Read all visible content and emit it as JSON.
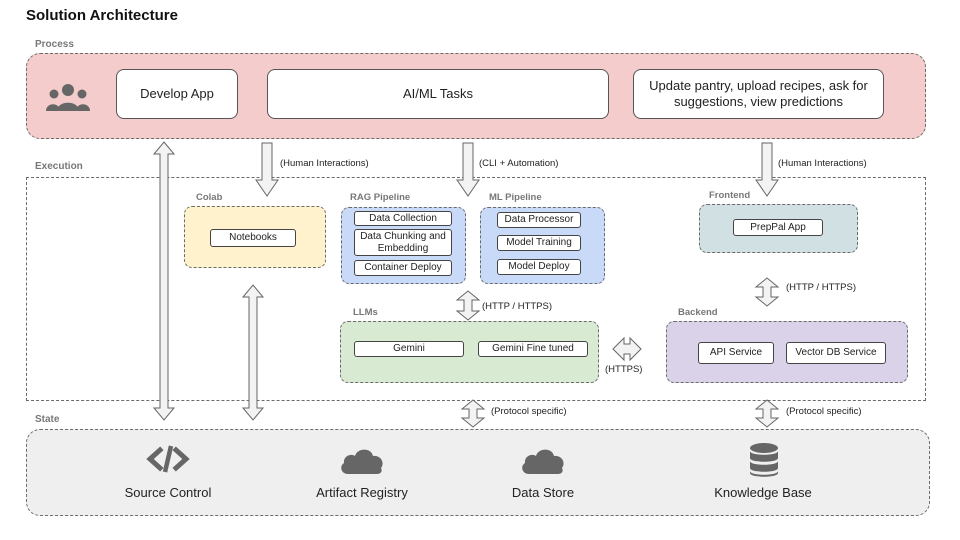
{
  "title": "Solution Architecture",
  "sections": {
    "process": "Process",
    "execution": "Execution",
    "state": "State"
  },
  "process": {
    "develop_app": "Develop App",
    "aiml_tasks": "AI/ML Tasks",
    "user_tasks": "Update pantry, upload recipes, ask for suggestions, view predictions",
    "users_icon": "users-icon"
  },
  "connections": {
    "human_interactions_left": "(Human Interactions)",
    "cli_automation": "(CLI + Automation)",
    "human_interactions_right": "(Human Interactions)",
    "ml_to_llms": "(HTTP / HTTPS)",
    "frontend_to_backend": "(HTTP / HTTPS)",
    "llms_to_backend": "(HTTPS)",
    "llms_to_state": "(Protocol specific)",
    "backend_to_state": "(Protocol specific)"
  },
  "groups": {
    "colab": {
      "label": "Colab",
      "items": [
        "Notebooks"
      ]
    },
    "rag_pipeline": {
      "label": "RAG Pipeline",
      "items": [
        "Data Collection",
        "Data Chunking and Embedding",
        "Container Deploy"
      ]
    },
    "ml_pipeline": {
      "label": "ML Pipeline",
      "items": [
        "Data Processor",
        "Model Training",
        "Model Deploy"
      ]
    },
    "frontend": {
      "label": "Frontend",
      "items": [
        "PrepPal App"
      ]
    },
    "llms": {
      "label": "LLMs",
      "items": [
        "Gemini",
        "Gemini Fine tuned"
      ]
    },
    "backend": {
      "label": "Backend",
      "items": [
        "API Service",
        "Vector DB Service"
      ]
    }
  },
  "state": {
    "items": [
      {
        "label": "Source Control",
        "icon": "code-icon"
      },
      {
        "label": "Artifact Registry",
        "icon": "cloud-icon"
      },
      {
        "label": "Data Store",
        "icon": "cloud-icon"
      },
      {
        "label": "Knowledge Base",
        "icon": "database-icon"
      }
    ]
  },
  "colors": {
    "process_bg": "#f4cccc",
    "state_bg": "#efefef",
    "colab_bg": "#fff2cc",
    "pipeline_bg": "#c9daf8",
    "frontend_bg": "#d0e0e3",
    "llms_bg": "#d9ead3",
    "backend_bg": "#d9d2e9",
    "icon_gray": "#666666"
  }
}
